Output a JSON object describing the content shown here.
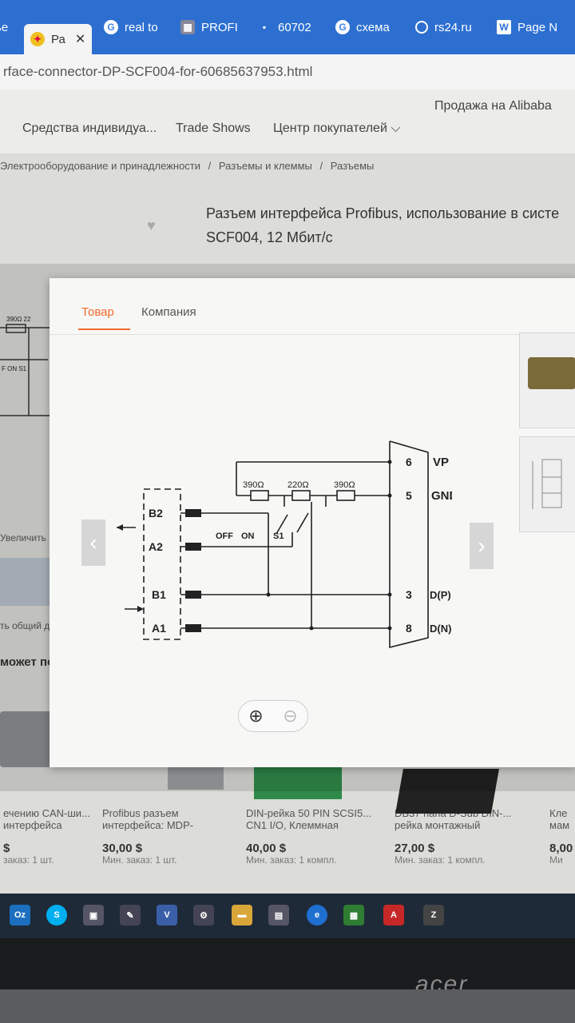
{
  "browser": {
    "tabs": [
      {
        "label": "ье"
      },
      {
        "label": "Ра"
      },
      {
        "label": "real to"
      },
      {
        "label": "PROFI"
      },
      {
        "label": "60702"
      },
      {
        "label": "схема"
      },
      {
        "label": "rs24.ru"
      },
      {
        "label": "Page N"
      }
    ],
    "active_close": "✕",
    "url": "rface-connector-DP-SCF004-for-60685637953.html"
  },
  "site": {
    "nav": [
      "Средства индивидуа...",
      "Trade Shows",
      "Центр покупателей ⌵",
      "Продажа на Alibaba"
    ],
    "breadcrumb": [
      "Электрооборудование и принадлежности",
      "/",
      "Разъемы и клеммы",
      "/",
      "Разъемы"
    ],
    "title_line1": "Разъем интерфейса Profibus, использование в систе",
    "title_line2": "SCF004, 12 Мбит/с",
    "left_text": {
      "enlarge": "Увеличить изо",
      "share": "ть общий дост",
      "may": "может пони"
    }
  },
  "modal": {
    "tab_product": "Товар",
    "tab_company": "Компания",
    "schematic": {
      "left_labels": [
        "B2",
        "A2",
        "B1",
        "A1"
      ],
      "resistors": [
        "390Ω",
        "220Ω",
        "390Ω"
      ],
      "switch_labels": [
        "OFF",
        "ON",
        "S1"
      ],
      "pins": [
        "6",
        "5",
        "3",
        "8"
      ],
      "signals": [
        "VP",
        "GND",
        "D(P)",
        "D(N)"
      ]
    },
    "zoom_in": "⊕",
    "zoom_out": "⊖",
    "prev": "‹",
    "next": "›"
  },
  "products": [
    {
      "name": "ечению CAN-ши... интерфейса",
      "price": "$",
      "moq": "заказ: 1 шт."
    },
    {
      "name": "Profibus разъем интерфейса: MDP-",
      "price": "30,00 $",
      "moq": "Мин. заказ: 1 шт."
    },
    {
      "name": "DIN-рейка 50 PIN SCSI5... CN1 I/O, Клеммная",
      "price": "40,00 $",
      "moq": "Мин. заказ: 1 компл."
    },
    {
      "name": "DB37 папа D-Sub DIN-... рейка монтажный",
      "price": "27,00 $",
      "moq": "Мин. заказ: 1 компл."
    },
    {
      "name": "Кле мам",
      "price": "8,00",
      "moq": "Ми"
    }
  ],
  "monitor_brand": "acer",
  "colors": {
    "accent": "#ef6b2d",
    "tabstrip": "#2c6fd1",
    "taskbar": "#1e2a38"
  }
}
